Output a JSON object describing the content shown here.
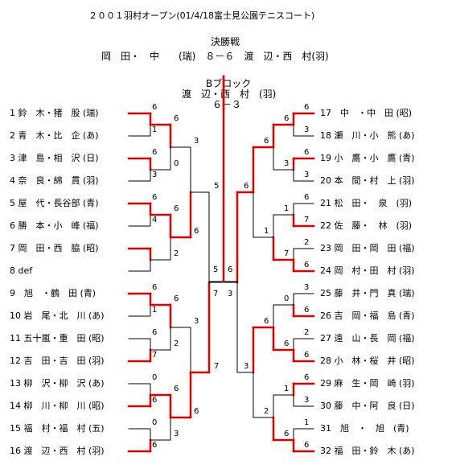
{
  "title": "２００１羽村オープン(01/4/18富士見公園テニスコート)",
  "final": {
    "label": "決勝戦",
    "result": "岡　田・　中　　(瑞)　８－６　渡　辺・西　村(羽)"
  },
  "block": {
    "label": "Bブロック",
    "winner": "渡　辺・西　村　(羽)",
    "score": "６－３"
  },
  "left_players": [
    "1 鈴　木・猪　股 (瑞)",
    "2 青　木・比　企 (あ)",
    "3 津　島・相　沢 (日)",
    "4 奈　良・綿　貫 (羽)",
    "5 屋　代・長谷部 (青)",
    "6 勝　本・小　峰 (福)",
    "7 岡　田・西　脇 (昭)",
    "8 def",
    "9　旭　・鶴　田 (青)",
    "10 岩　尾・北　川 (あ)",
    "11 五十嵐・重　田 (昭)",
    "12 吉　田・吉　田 (羽)",
    "13 柳　沢・柳　沢 (あ)",
    "14 柳　川・柳　川 (昭)",
    "15 福　村・福　村 (五)",
    "16 渡　辺・西　村 (羽)"
  ],
  "right_players": [
    "17　中　・中　田 (昭)",
    "18 瀬　川・小　熊 (あ)",
    "19 小　鷹・小　鷹 (青)",
    "20 本　間・村　上 (羽)",
    "21 松　田・　泉　(羽)",
    "22 佐　藤・　林　(羽)",
    "23 岡　田・岡　田 (福)",
    "24 岡　村・田　村 (羽)",
    "25 藤　井・門　真 (瑞)",
    "26 吉　岡・福　島 (青)",
    "27 遠　山・長　岡 (福)",
    "28 小　林・桜　井 (昭)",
    "29 麻　生・岡　崎 (羽)",
    "30 藤　中・阿　良 (日)",
    "31　旭　・　旭　(青)",
    "32 福　田・鈴　木 (あ)"
  ],
  "left_r1": [
    "6",
    "1",
    "6",
    "3",
    "6",
    "4",
    "",
    "",
    "6",
    "1",
    "6",
    "7",
    "0",
    "6",
    "0",
    "6"
  ],
  "left_r2": [
    "6",
    "0",
    "6",
    "2",
    "6",
    "2",
    "6",
    "3"
  ],
  "left_r3": [
    "3",
    "6",
    "3",
    "6"
  ],
  "left_r4": [
    "5",
    "7"
  ],
  "right_r1": [
    "6",
    "3",
    "6",
    "3",
    "6",
    "7",
    "2",
    "6",
    "3",
    "6",
    "2",
    "6",
    "6",
    "3",
    "1",
    "6"
  ],
  "right_r2": [
    "6",
    "3",
    "1",
    "7",
    "0",
    "6",
    "1",
    "6"
  ],
  "right_r3": [
    "6",
    "1",
    "6",
    "2"
  ],
  "right_r4": [
    "6",
    "3"
  ],
  "colors": {
    "winner_line": "#e00000",
    "line": "#000000"
  }
}
